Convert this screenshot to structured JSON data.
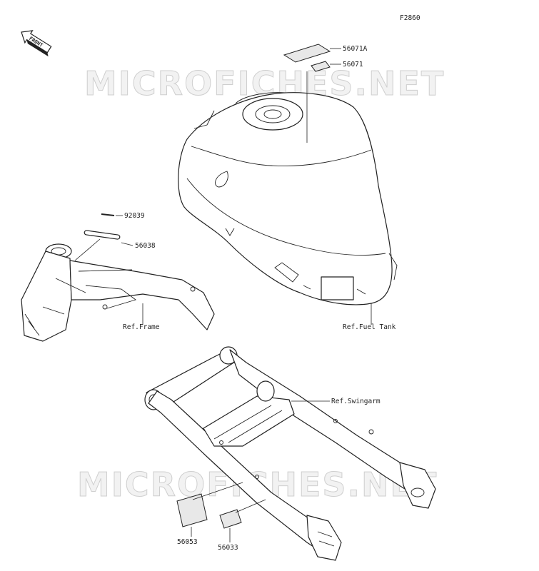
{
  "diagram": {
    "figure_code": "F2860",
    "direction_badge": "FRONT",
    "watermark_text": "MICROFICHES.NET",
    "callouts": {
      "label_56071A": "56071A",
      "label_56071": "56071",
      "label_92039": "92039",
      "label_56038": "56038",
      "label_56053": "56053",
      "label_56033": "56033"
    },
    "references": {
      "frame": "Ref.Frame",
      "fuel_tank": "Ref.Fuel Tank",
      "swingarm": "Ref.Swingarm"
    }
  }
}
